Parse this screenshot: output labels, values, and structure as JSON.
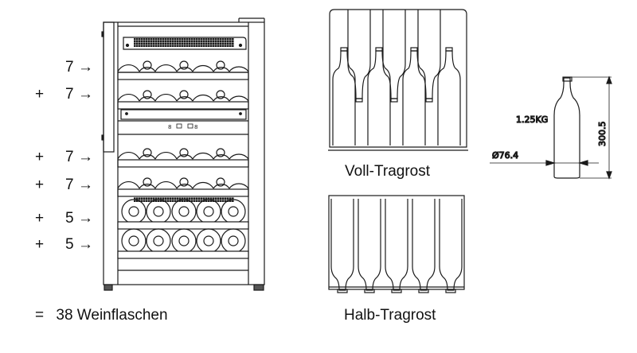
{
  "fridge": {
    "shelves": [
      {
        "prefix": "",
        "count": "7",
        "arrow": "→",
        "type": "full"
      },
      {
        "prefix": "+",
        "count": "7",
        "arrow": "→",
        "type": "full"
      },
      {
        "prefix": "+",
        "count": "7",
        "arrow": "→",
        "type": "full"
      },
      {
        "prefix": "+",
        "count": "7",
        "arrow": "→",
        "type": "full"
      },
      {
        "prefix": "+",
        "count": "5",
        "arrow": "→",
        "type": "half"
      },
      {
        "prefix": "+",
        "count": "5",
        "arrow": "→",
        "type": "half"
      }
    ],
    "total_prefix": "=",
    "total_text": "38 Weinflaschen"
  },
  "racks": {
    "full_label": "Voll-Tragrost",
    "half_label": "Halb-Tragrost"
  },
  "bottle": {
    "weight": "1.25KG",
    "diameter": "Ø76.4",
    "height": "300.5"
  },
  "colors": {
    "line": "#1a1a1a",
    "text": "#111111",
    "background": "#ffffff"
  }
}
